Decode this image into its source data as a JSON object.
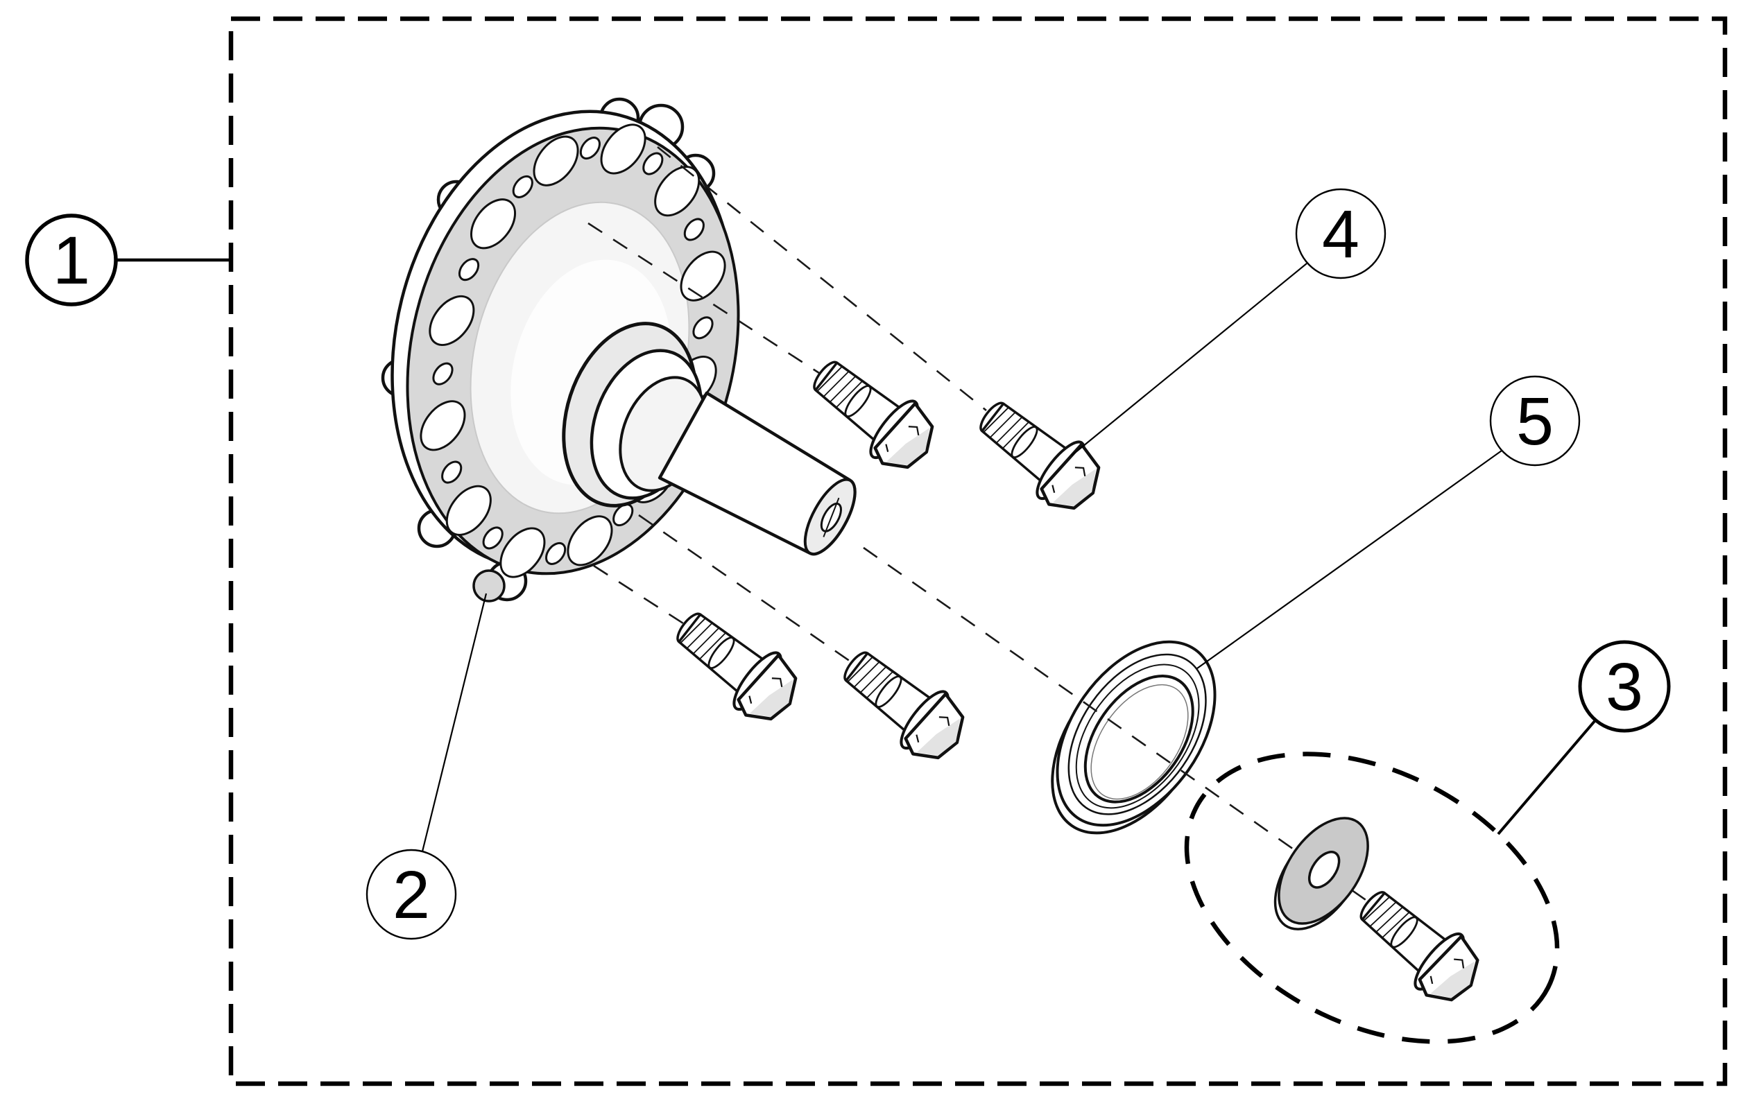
{
  "diagram": {
    "type": "exploded-parts-view",
    "background": "#ffffff",
    "ink": "#000000",
    "metal_white": "#ffffff",
    "flange_gray": "#d8d8d8",
    "washer_gray": "#c9c9c9"
  },
  "callouts": [
    {
      "label": "1",
      "points_to": "assembly-boundary"
    },
    {
      "label": "2",
      "points_to": "hub-flange-spindle"
    },
    {
      "label": "3",
      "points_to": "washer-and-bolt-group"
    },
    {
      "label": "4",
      "points_to": "flange-bolt"
    },
    {
      "label": "5",
      "points_to": "seal-ring"
    }
  ]
}
